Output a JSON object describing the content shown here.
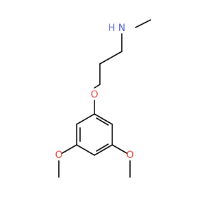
{
  "molecule": {
    "atoms": {
      "amine_h": {
        "text": "H",
        "color": "#4a5fd0"
      },
      "amine_n": {
        "text": "N",
        "color": "#4a5fd0"
      },
      "ether_o": {
        "text": "O",
        "color": "#e0453a"
      },
      "methoxy_o_left": {
        "text": "O",
        "color": "#e0453a"
      },
      "methoxy_o_right": {
        "text": "O",
        "color": "#e0453a"
      }
    },
    "bond_color": "#000000",
    "background": "#ffffff"
  }
}
